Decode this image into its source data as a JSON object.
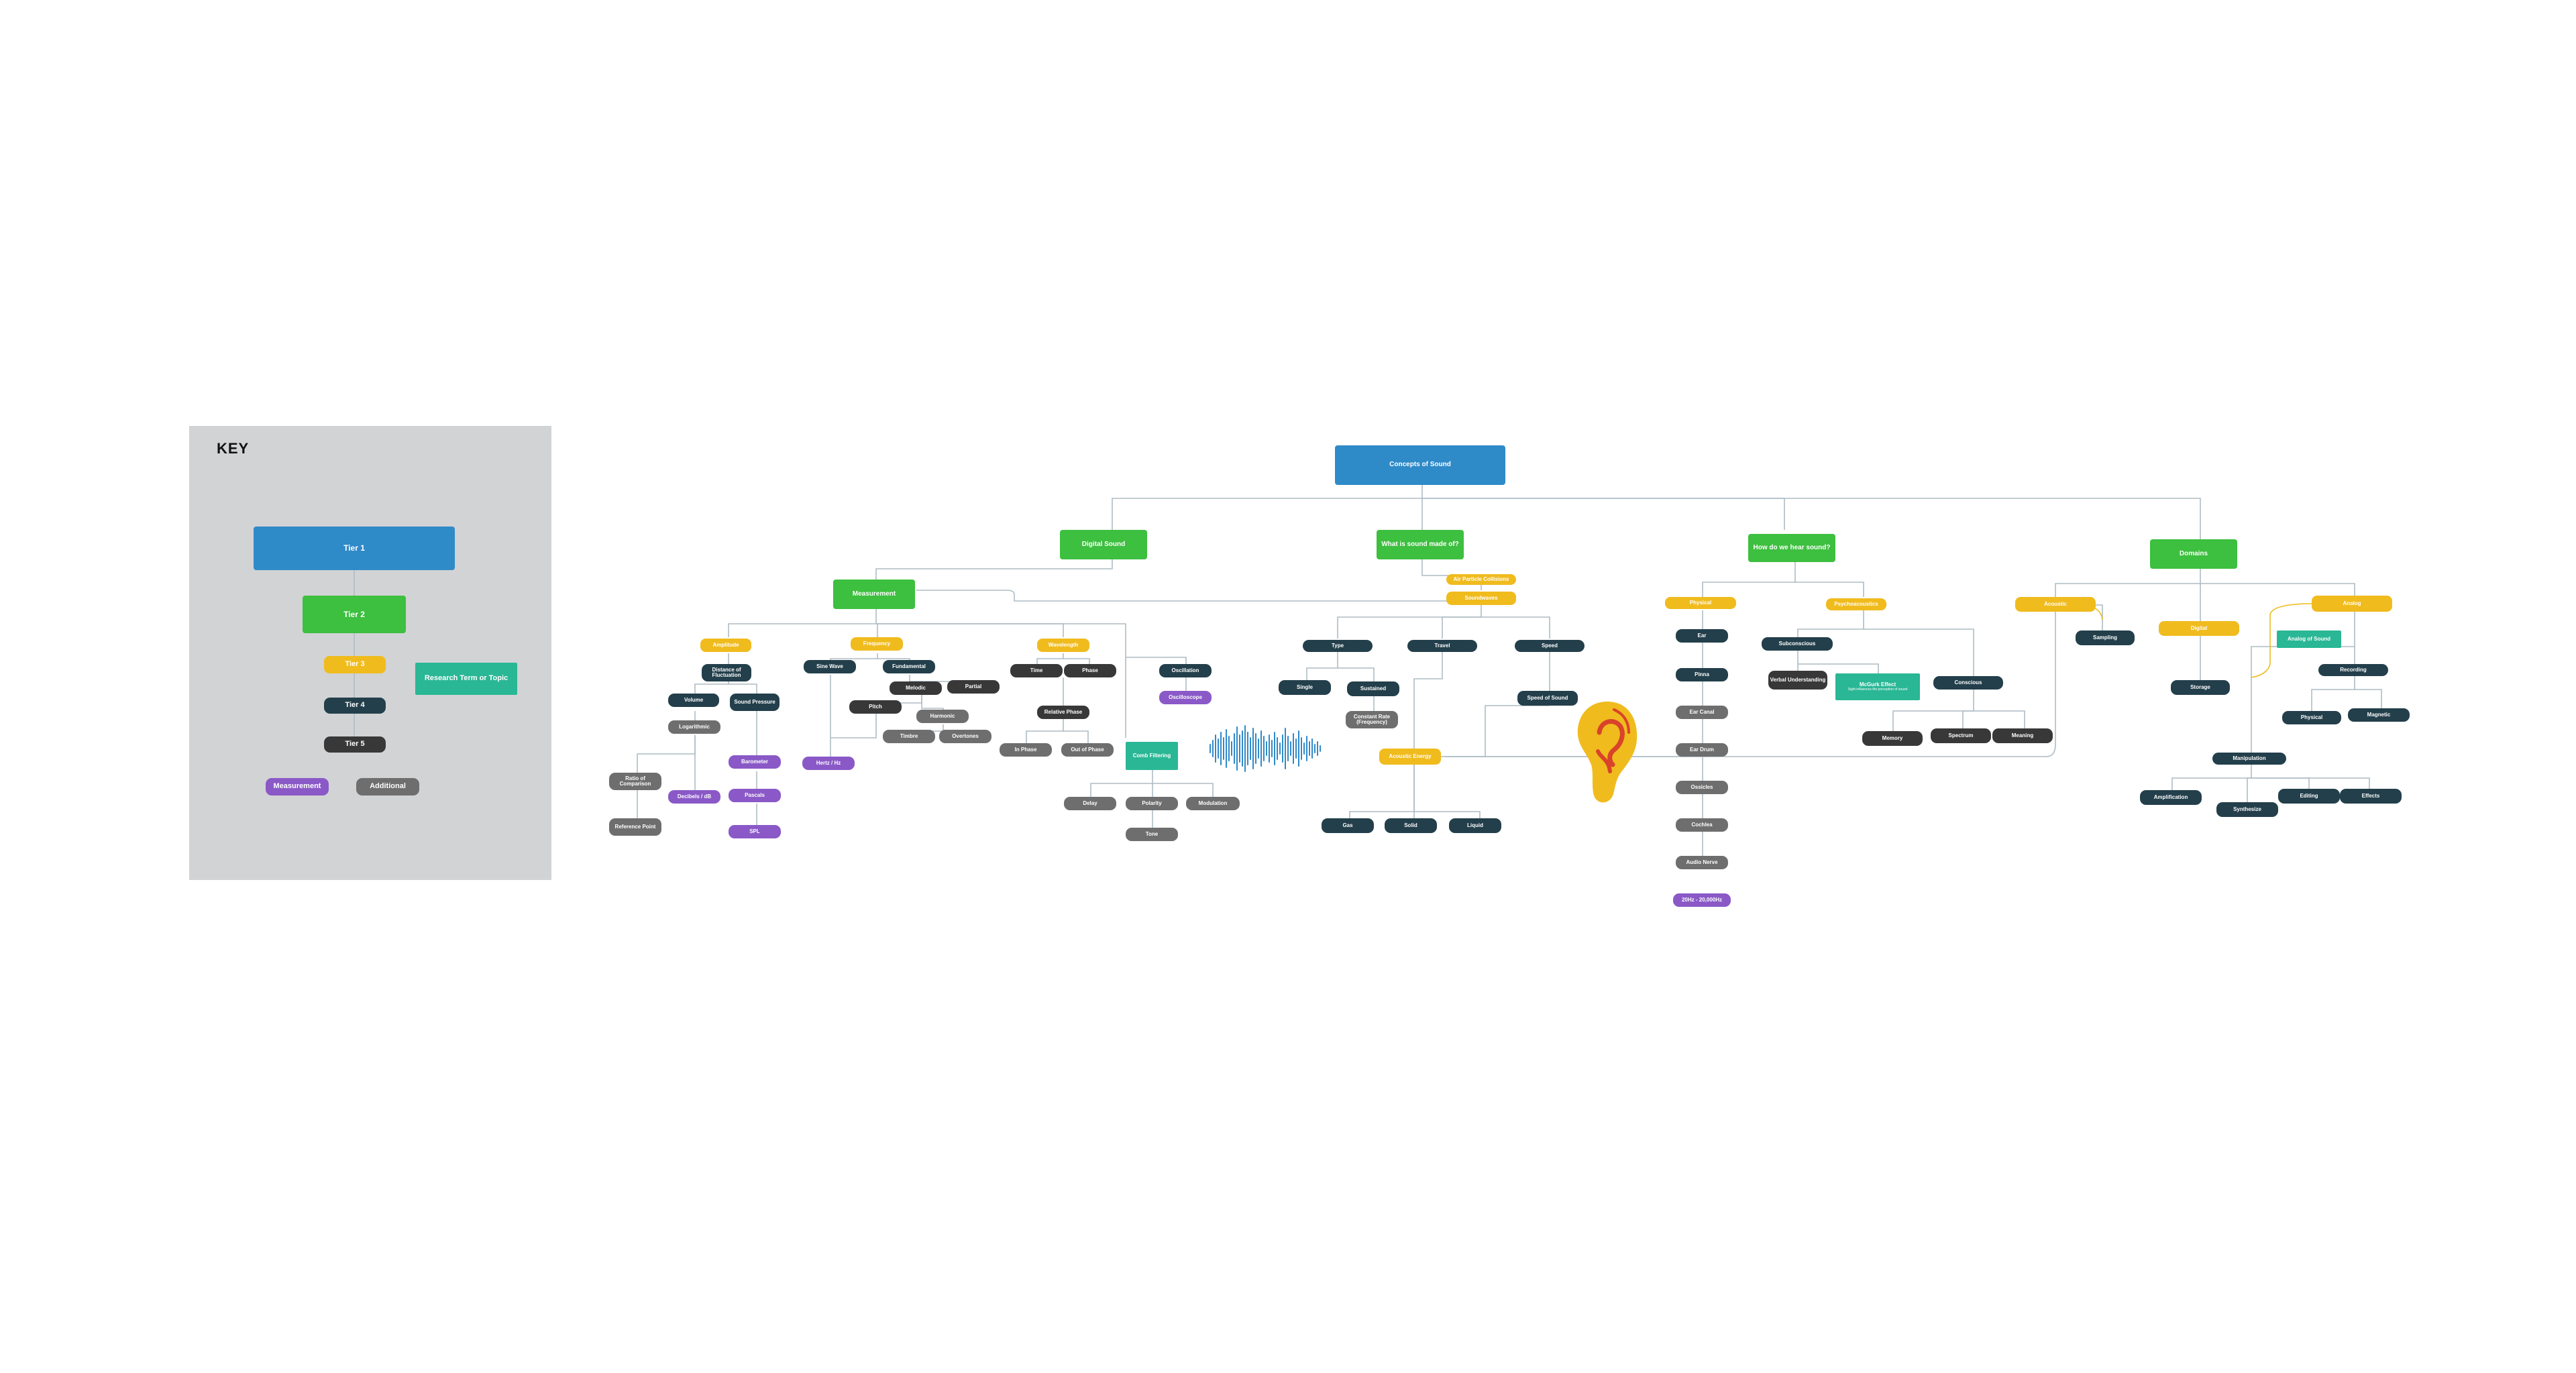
{
  "key": {
    "title": "KEY",
    "tier1": "Tier 1",
    "tier2": "Tier 2",
    "tier3": "Tier 3",
    "tier4": "Tier 4",
    "tier5": "Tier 5",
    "research": "Research Term or Topic",
    "measurement": "Measurement",
    "additional": "Additional"
  },
  "root": "Concepts of Sound",
  "tier2": {
    "digital_sound": "Digital Sound",
    "what_made_of": "What is sound made of?",
    "how_hear": "How do we hear sound?",
    "domains": "Domains",
    "measurement": "Measurement"
  },
  "measurement_branch": {
    "amplitude": "Amplitude",
    "distance_fluctuation": "Distance of Fluctuation",
    "volume": "Volume",
    "sound_pressure": "Sound Pressure",
    "logarithmic": "Logarithmic",
    "ratio_comparison": "Ratio of Comparison",
    "decibels": "Decibels / dB",
    "reference_point": "Reference Point",
    "barometer": "Barometer",
    "pascals": "Pascals",
    "spl": "SPL",
    "frequency": "Frequency",
    "sine_wave": "Sine Wave",
    "fundamental": "Fundamental",
    "melodic": "Melodic",
    "partial": "Partial",
    "pitch": "Pitch",
    "harmonic": "Harmonic",
    "timbre": "Timbre",
    "overtones": "Overtones",
    "hertz": "Hertz / Hz",
    "wavelength": "Wavelength",
    "time": "Time",
    "phase": "Phase",
    "relative_phase": "Relative Phase",
    "in_phase": "In Phase",
    "out_of_phase": "Out of Phase",
    "comb_filtering": "Comb Filtering",
    "delay": "Delay",
    "polarity": "Polarity",
    "modulation": "Modulation",
    "tone": "Tone",
    "oscillation": "Oscillation",
    "oscilloscope": "Oscilloscope"
  },
  "made_of_branch": {
    "air_particle": "Air Particle Collisions",
    "soundwaves": "Soundwaves",
    "type": "Type",
    "single": "Single",
    "sustained": "Sustained",
    "constant_rate": "Constant Rate (Frequency)",
    "travel": "Travel",
    "acoustic_energy": "Acoustic Energy",
    "gas": "Gas",
    "solid": "Solid",
    "liquid": "Liquid",
    "speed": "Speed",
    "speed_of_sound": "Speed of Sound"
  },
  "hear_branch": {
    "physical": "Physical",
    "ear": "Ear",
    "pinna": "Pinna",
    "ear_canal": "Ear Canal",
    "ear_drum": "Ear Drum",
    "ossicles": "Ossicles",
    "cochlea": "Cochlea",
    "audio_nerve": "Audio Nerve",
    "range": "20Hz - 20,000Hz",
    "psychoacoustics": "Psychoacoustics",
    "subconscious": "Subconscious",
    "verbal_understanding": "Verbal Understanding",
    "mcgurk": "McGurk Effect",
    "mcgurk_sub": "Sight influences the perception of sound",
    "conscious": "Conscious",
    "memory": "Memory",
    "spectrum": "Spectrum",
    "meaning": "Meaning"
  },
  "domains_branch": {
    "acoustic": "Acoustic",
    "sampling": "Sampling",
    "digital": "Digital",
    "storage": "Storage",
    "analog": "Analog",
    "analog_of_sound": "Analog of Sound",
    "recording": "Recording",
    "physical": "Physical",
    "magnetic": "Magnetic",
    "manipulation": "Manipulation",
    "amplification": "Amplification",
    "synthesize": "Synthesize",
    "editing": "Editing",
    "effects": "Effects"
  },
  "icons": {
    "ear": "ear-illustration-icon",
    "wave": "sound-wave-icon"
  },
  "colors": {
    "tier1": "#2f8ac8",
    "tier2": "#3dbf3f",
    "tier3": "#f0bb1d",
    "tier4": "#233f4b",
    "tier5": "#383838",
    "measurement": "#8a59c7",
    "additional": "#6e6e6e",
    "research": "#2ab795",
    "connector": "#aebcc4"
  }
}
